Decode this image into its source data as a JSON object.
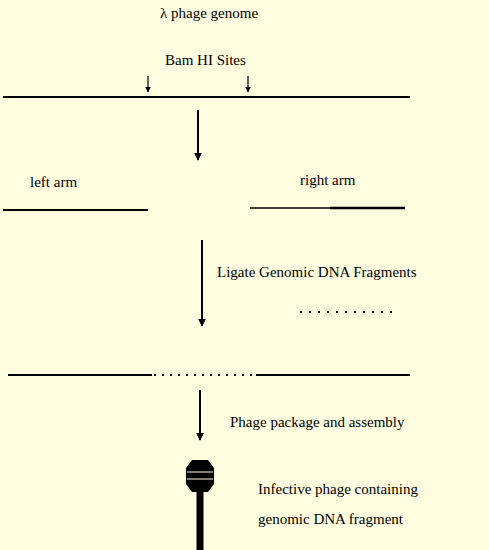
{
  "diagram": {
    "labels": [
      "λ phage genome",
      "Bam HI Sites",
      "left arm",
      "right arm",
      "Ligate Genomic DNA Fragments",
      "Phage package and assembly",
      "Infective phage containing genomic DNA fragment"
    ]
  }
}
